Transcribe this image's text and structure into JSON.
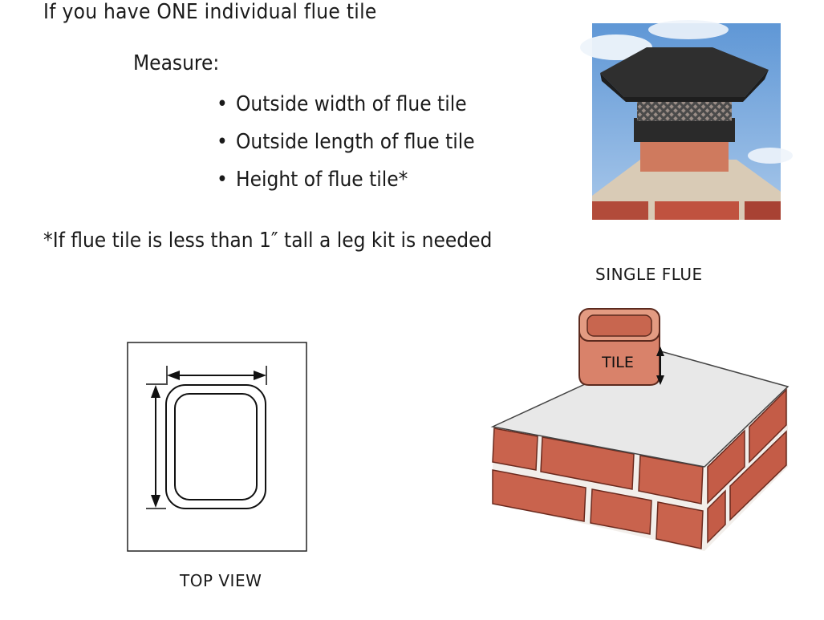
{
  "heading": "If you have ONE individual flue tile",
  "measure_label": "Measure:",
  "bullets": [
    "Outside width of flue tile",
    "Outside length of flue tile",
    "Height of flue tile*"
  ],
  "bullet_symbol": "•",
  "footnote": "*If flue tile is less than 1″ tall a leg kit is needed",
  "photo_caption": "SINGLE FLUE",
  "top_view_caption": "TOP VIEW",
  "tile_label": "TILE",
  "colors": {
    "brick": "#c7624e",
    "brick_light": "#d9735c",
    "mortar": "#e9e6e2",
    "cap_top": "#ededed",
    "sky": "#7eaee0",
    "cap_metal": "#2b2b2b"
  }
}
